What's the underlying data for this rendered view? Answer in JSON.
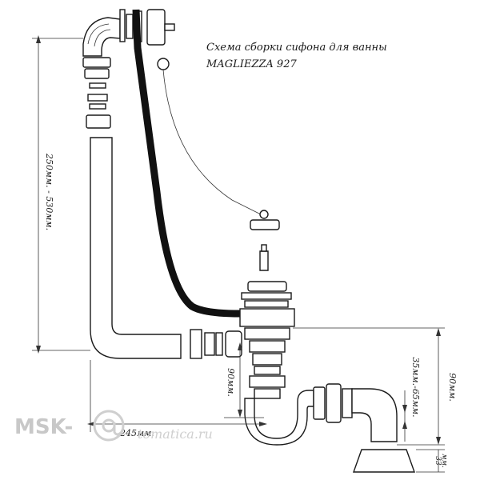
{
  "title": {
    "line1": "Схема сборки сифона для ванны",
    "line2": "MAGLIEZZA 927"
  },
  "dimensions": {
    "overflow_height": "250мм. - 530мм.",
    "drain_depth": "90мм.",
    "total_height": "90мм.",
    "outlet_range": "35мм.-65мм.",
    "outlet_small": "33",
    "outlet_small_unit": "мм.",
    "length": "245мм."
  },
  "watermark": {
    "brand": "MSK-",
    "tail": "tomatica.ru"
  }
}
